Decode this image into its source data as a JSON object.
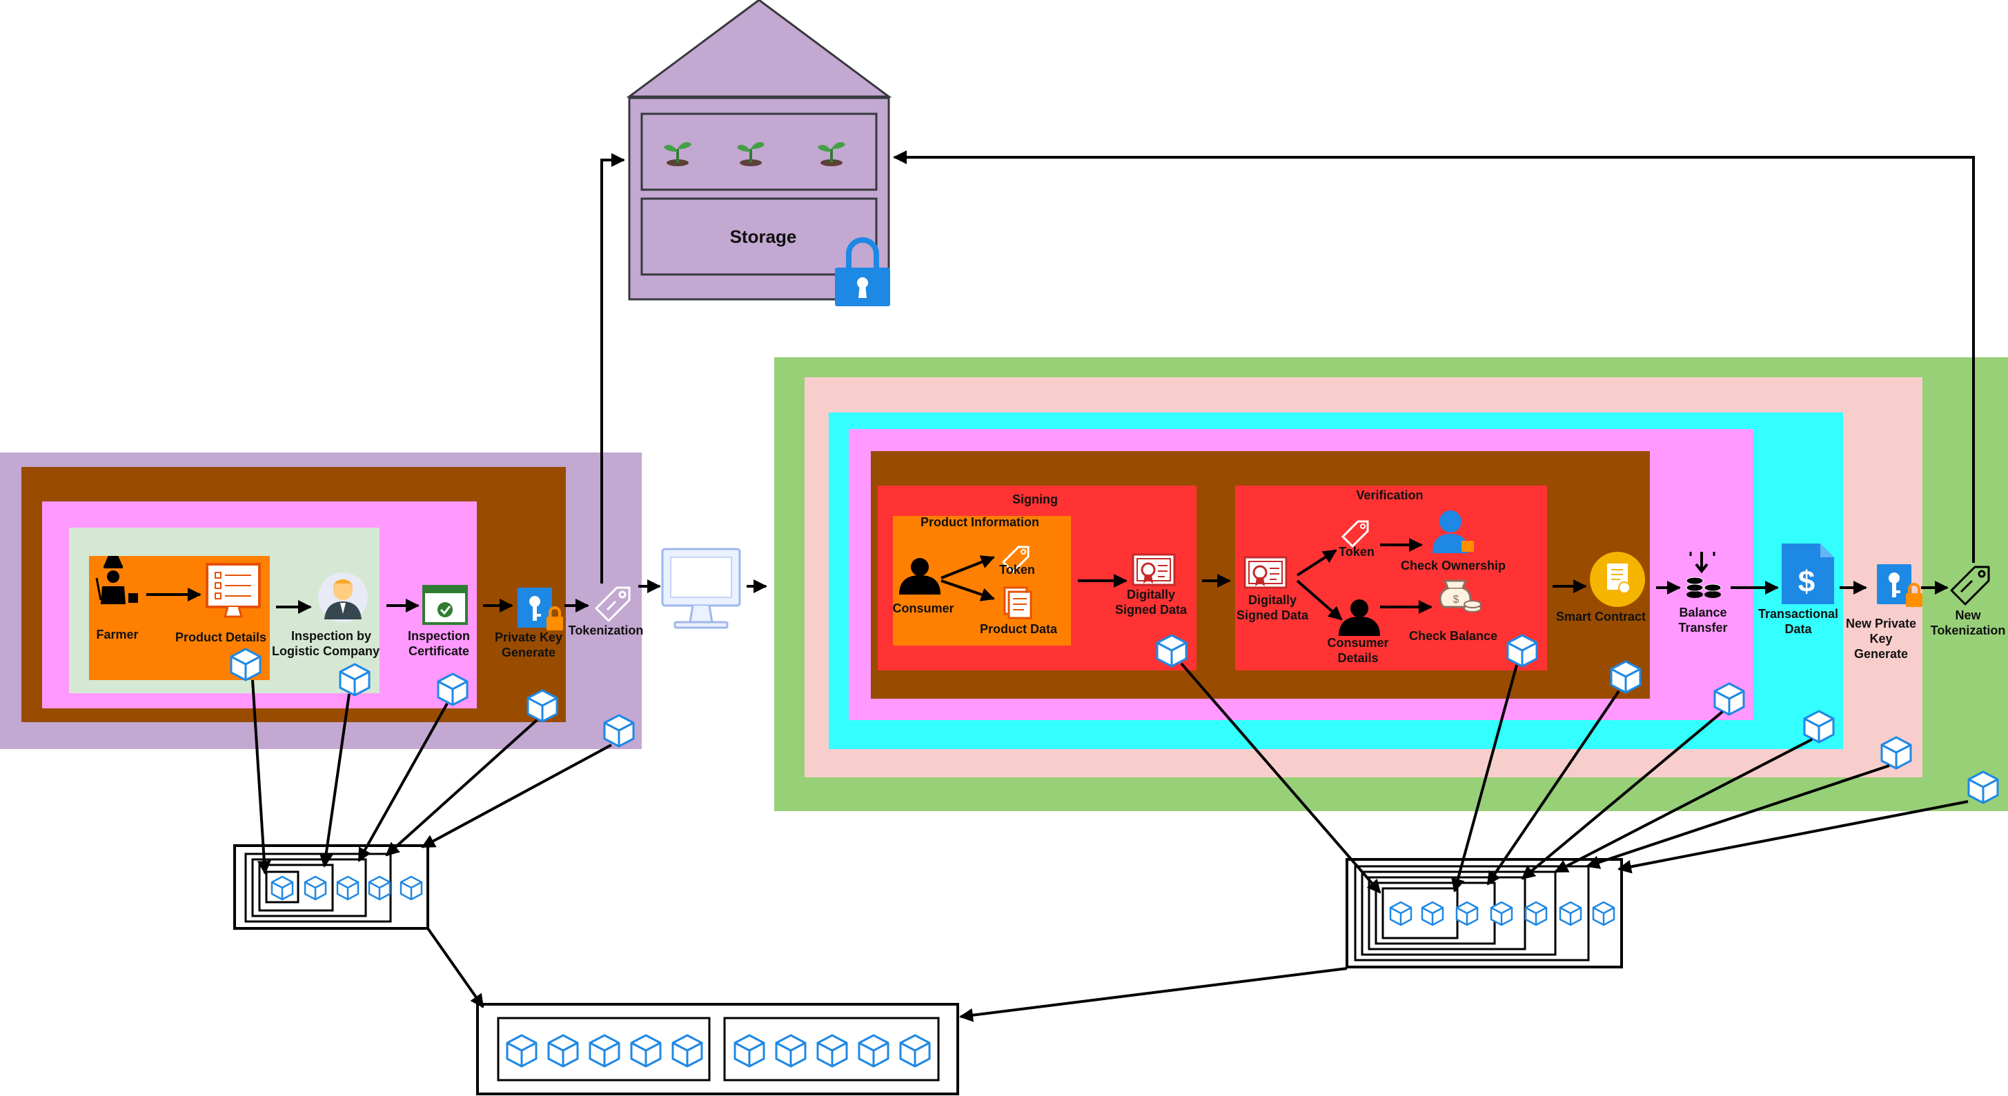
{
  "storage": {
    "label": "Storage"
  },
  "left": {
    "farmer": "Farmer",
    "product_details": "Product Details",
    "inspection": [
      "Inspection by",
      "Logistic Company"
    ],
    "inspection_certificate": [
      "Inspection",
      "Certificate"
    ],
    "private_key": [
      "Private Key",
      "Generate"
    ],
    "tokenization": "Tokenization"
  },
  "right": {
    "signing": "Signing",
    "product_information": "Product Information",
    "consumer": "Consumer",
    "token": "Token",
    "product_data": "Product Data",
    "digitally_signed_data": [
      "Digitally",
      "Signed Data"
    ],
    "verification": "Verification",
    "v_digitally_signed_data": [
      "Digitally",
      "Signed Data"
    ],
    "v_token": "Token",
    "check_ownership": "Check Ownership",
    "consumer_details": [
      "Consumer",
      "Details"
    ],
    "check_balance": "Check Balance",
    "smart_contract": "Smart Contract",
    "balance_transfer": [
      "Balance",
      "Transfer"
    ],
    "transactional_data": [
      "Transactional",
      "Data"
    ],
    "new_private_key": [
      "New Private",
      "Key",
      "Generate"
    ],
    "new_tokenization": [
      "New",
      "Tokenization"
    ]
  },
  "colors": {
    "purple": "#c3a8d1",
    "brown": "#994c00",
    "pink": "#ff99ff",
    "light_green": "#d5e8d4",
    "orange": "#ff8000",
    "red": "#ff3333",
    "cyan": "#33ffff",
    "salmon": "#f8cecc",
    "green": "#97d077",
    "blue": "#1e88e5"
  }
}
